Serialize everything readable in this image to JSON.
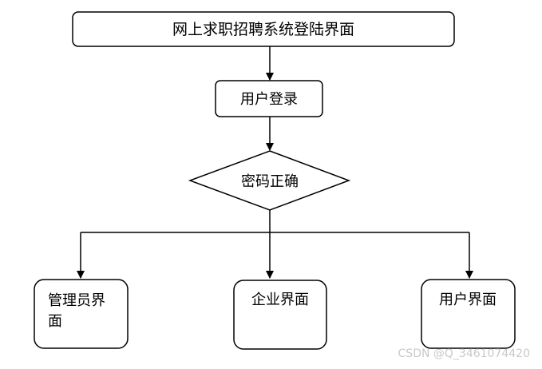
{
  "diagram": {
    "nodes": {
      "title": "网上求职招聘系统登陆界面",
      "login": "用户登录",
      "password_check": "密码正确",
      "admin_line1": "管理员界",
      "admin_line2": "面",
      "enterprise": "企业界面",
      "user": "用户界面"
    },
    "edges": [
      {
        "from": "title",
        "to": "login"
      },
      {
        "from": "login",
        "to": "password_check"
      },
      {
        "from": "password_check",
        "to": "admin"
      },
      {
        "from": "password_check",
        "to": "enterprise"
      },
      {
        "from": "password_check",
        "to": "user"
      }
    ]
  },
  "watermark": "CSDN @Q_3461074420"
}
